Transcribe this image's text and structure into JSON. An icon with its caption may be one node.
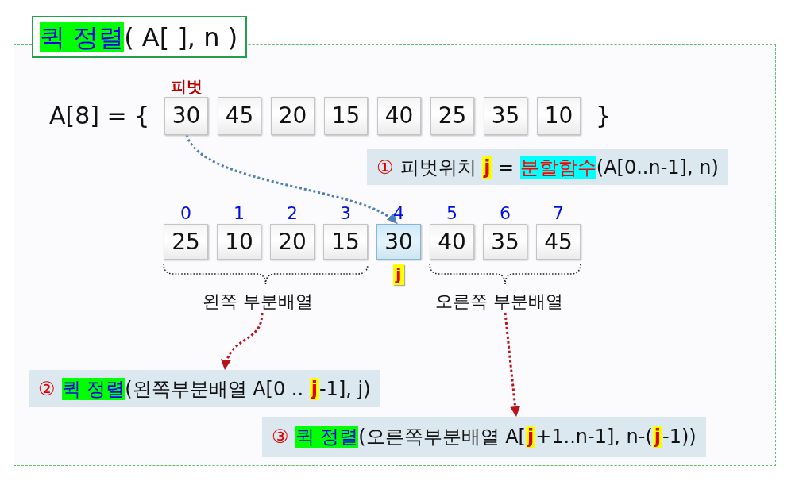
{
  "diagram": {
    "title": "**퀵 정렬**( A[ ], n )",
    "nodes": [
      {
        "text": [
          "30"
        ],
        "beside": [
          "피벗"
        ]
      },
      {
        "text": [
          "45"
        ]
      },
      {
        "text": [
          "20"
        ]
      },
      {
        "text": [
          "15"
        ]
      },
      {
        "text": [
          "40"
        ]
      },
      {
        "text": [
          "25"
        ]
      },
      {
        "text": [
          "35"
        ]
      },
      {
        "text": [
          "10"
        ]
      },
      {
        "text": [
          "①",
          "피벗위치 *j* = **분할함수**(A[0..n-1], n)"
        ]
      },
      {
        "text": [
          "25"
        ],
        "beside": [
          "0"
        ]
      },
      {
        "text": [
          "10"
        ],
        "beside": [
          "1"
        ]
      },
      {
        "text": [
          "20"
        ],
        "beside": [
          "2"
        ]
      },
      {
        "text": [
          "15"
        ],
        "beside": [
          "3"
        ]
      },
      {
        "text": [
          "30"
        ],
        "beside": [
          "4",
          "j"
        ]
      },
      {
        "text": [
          "40"
        ],
        "beside": [
          "5"
        ]
      },
      {
        "text": [
          "35"
        ],
        "beside": [
          "6"
        ]
      },
      {
        "text": [
          "45"
        ],
        "beside": [
          "7"
        ]
      },
      {
        "text": [
          "왼쪽 부분배열"
        ]
      },
      {
        "text": [
          "오른쪽 부분배열"
        ]
      },
      {
        "text": [
          "②",
          "**퀵 정렬**(왼쪽부분배열 A[0 .. *j*-1], j)"
        ]
      },
      {
        "text": [
          "③",
          "**퀵 정렬**(오른쪽부분배열 A[*j*+1..n-1], n-(*j*-1))"
        ]
      }
    ],
    "edges": [
      {
        "from": 0,
        "to": 13,
        "arrow": "to",
        "style": "dashed",
        "color": "#4f7fb5"
      },
      {
        "from": 17,
        "to": 19,
        "arrow": "to",
        "style": "dashed"
      },
      {
        "from": 18,
        "to": 20,
        "arrow": "to",
        "style": "dashed"
      }
    ],
    "labels": [
      "A[8] = {",
      "}"
    ]
  }
}
